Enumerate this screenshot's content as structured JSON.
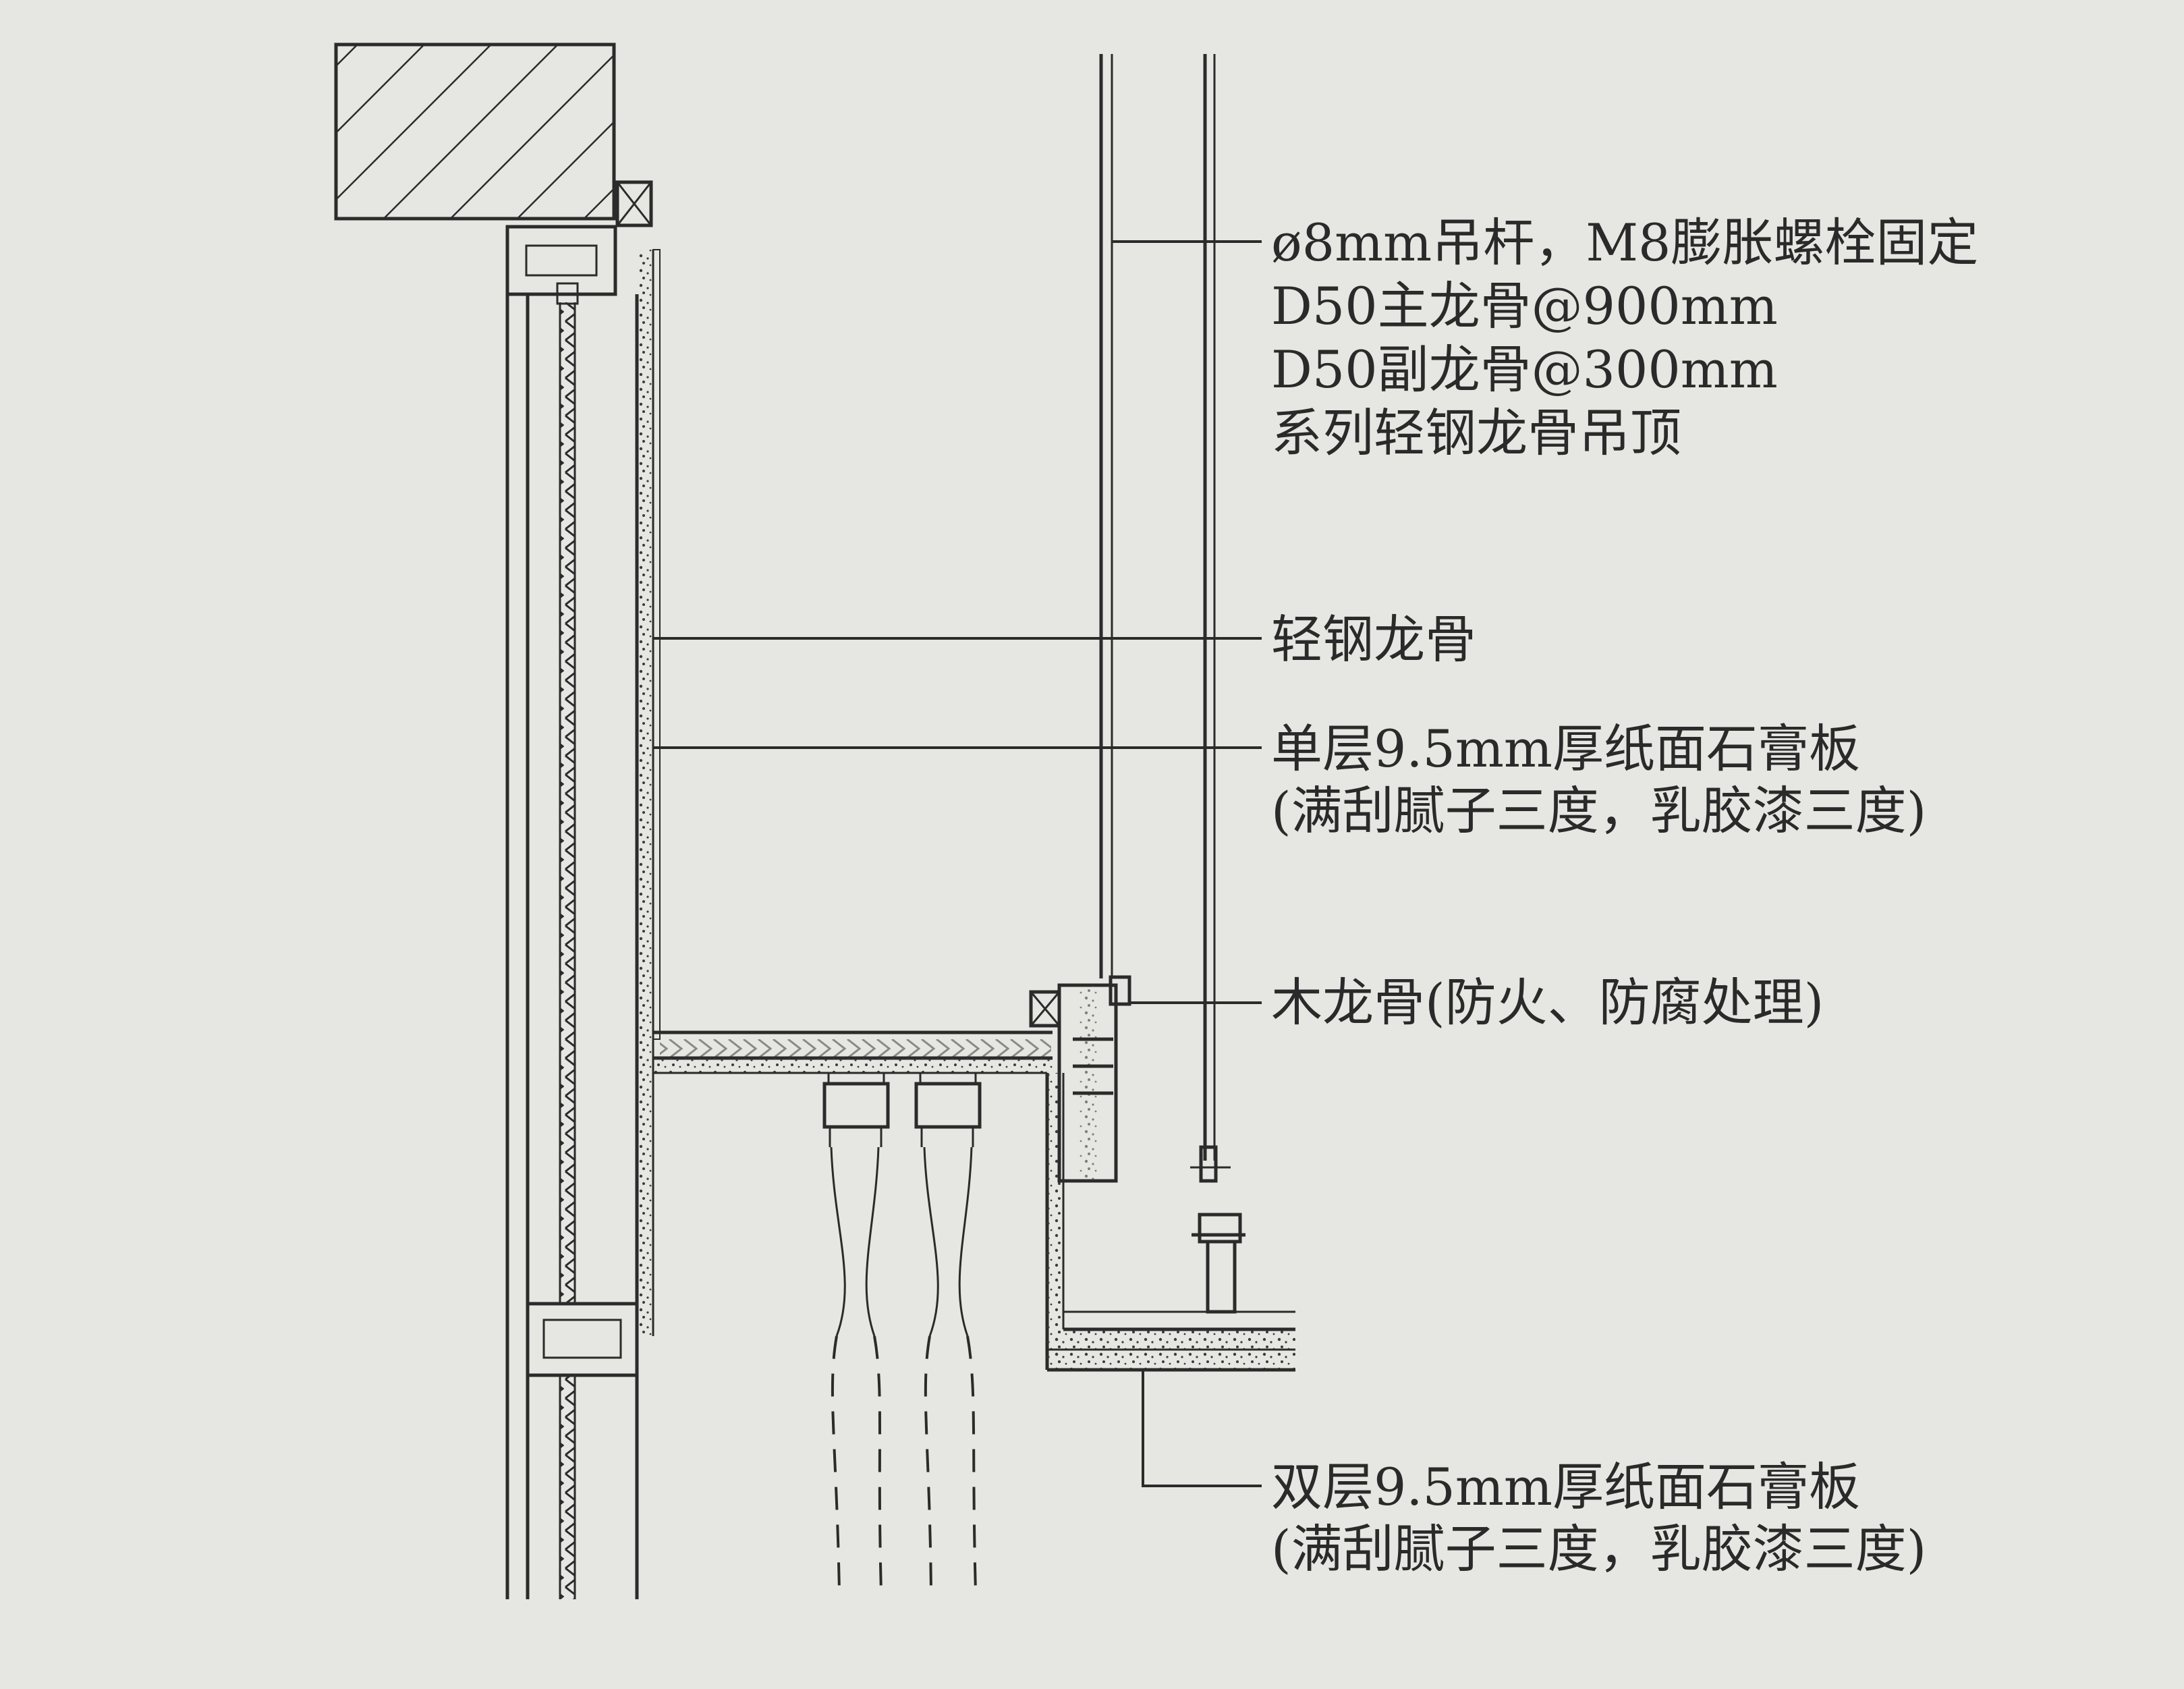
{
  "labels": {
    "hanger": [
      "ø8mm吊杆，M8膨胀螺栓固定",
      "D50主龙骨@900mm",
      "D50副龙骨@300mm",
      "系列轻钢龙骨吊顶"
    ],
    "light_steel": [
      "轻钢龙骨"
    ],
    "single_board": [
      "单层9.5mm厚纸面石膏板",
      "(满刮腻子三度，乳胶漆三度)"
    ],
    "wood_joist": [
      "木龙骨(防火、防腐处理)"
    ],
    "double_board": [
      "双层9.5mm厚纸面石膏板",
      "(满刮腻子三度，乳胶漆三度)"
    ]
  },
  "colors": {
    "paper": "#e6e7e2",
    "ink": "#2b2b2b"
  }
}
